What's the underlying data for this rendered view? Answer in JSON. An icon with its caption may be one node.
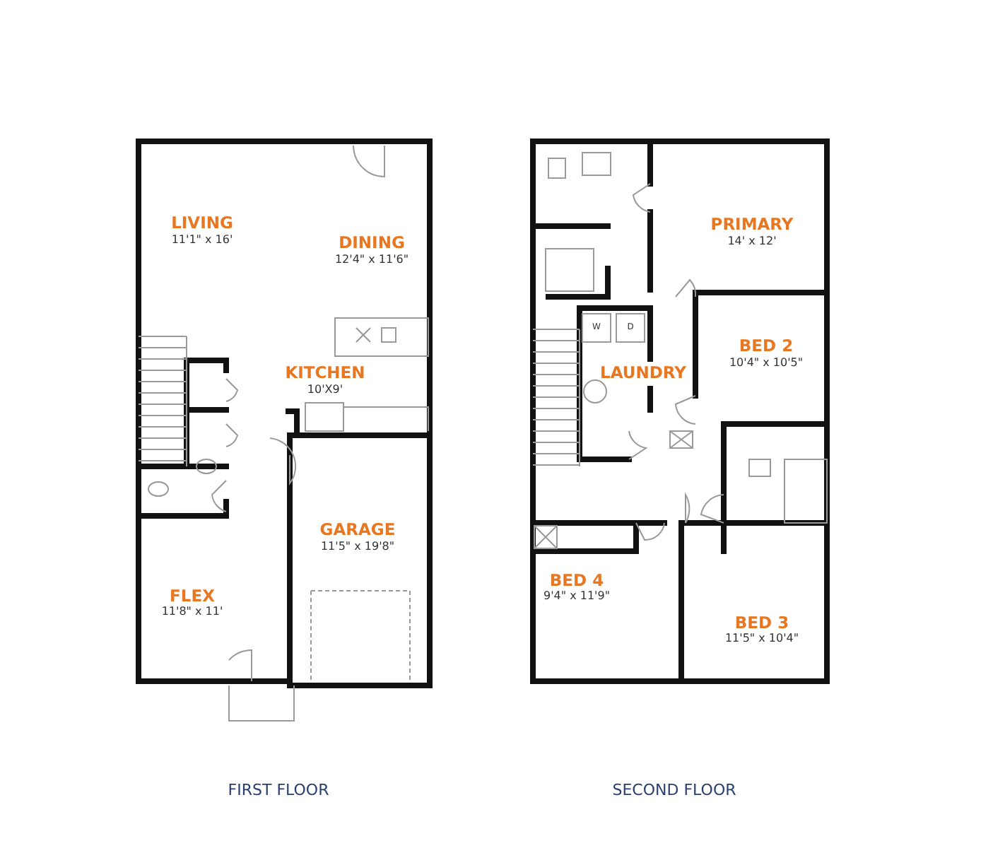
{
  "diagram": {
    "labels": [
      "LIVING",
      "11'1\" x 16'",
      "DINING",
      "12'4\" x 11'6\"",
      "KITCHEN",
      "10'X9'",
      "GARAGE",
      "11'5\" x 19'8\"",
      "FLEX",
      "11'8\" x 11'",
      "PRIMARY",
      "14' x 12'",
      "W",
      "D",
      "LAUNDRY",
      "BED 2",
      "10'4\" x 10'5\"",
      "BED 4",
      "9'4\" x 11'9\"",
      "BED 3",
      "11'5\" x 10'4\"",
      "FIRST FLOOR",
      "SECOND FLOOR"
    ]
  }
}
